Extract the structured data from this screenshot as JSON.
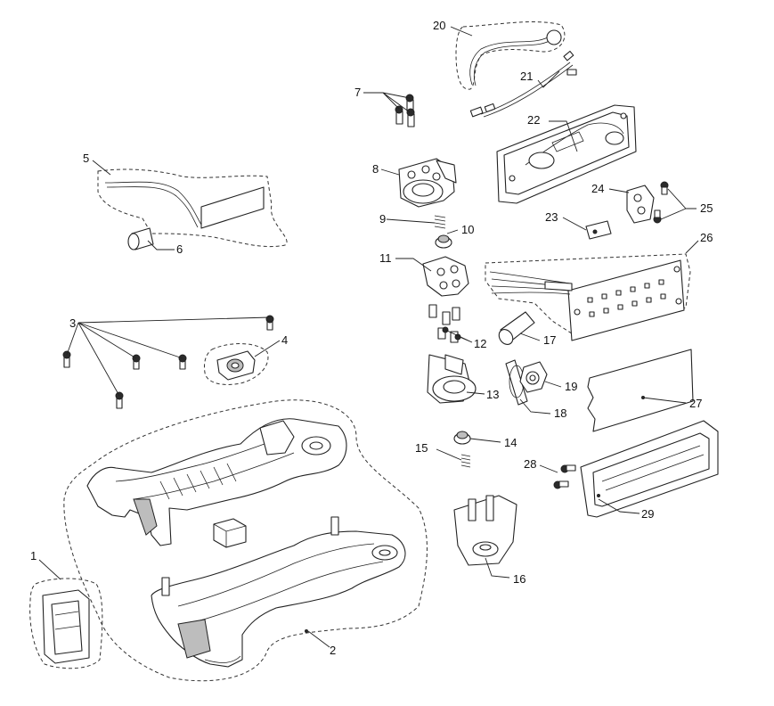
{
  "diagram": {
    "labels": {
      "p1": "1",
      "p2": "2",
      "p3": "3",
      "p4": "4",
      "p5": "5",
      "p6": "6",
      "p7": "7",
      "p8": "8",
      "p9": "9",
      "p10": "10",
      "p11": "11",
      "p12": "12",
      "p13": "13",
      "p14": "14",
      "p15": "15",
      "p16": "16",
      "p17": "17",
      "p18": "18",
      "p19": "19",
      "p20": "20",
      "p21": "21",
      "p22": "22",
      "p23": "23",
      "p24": "24",
      "p25": "25",
      "p26": "26",
      "p27": "27",
      "p28": "28",
      "p29": "29"
    },
    "colors": {
      "line": "#222222",
      "fill": "#ffffff",
      "shade": "#bdbdbd",
      "dark": "#2b2b2b"
    }
  }
}
